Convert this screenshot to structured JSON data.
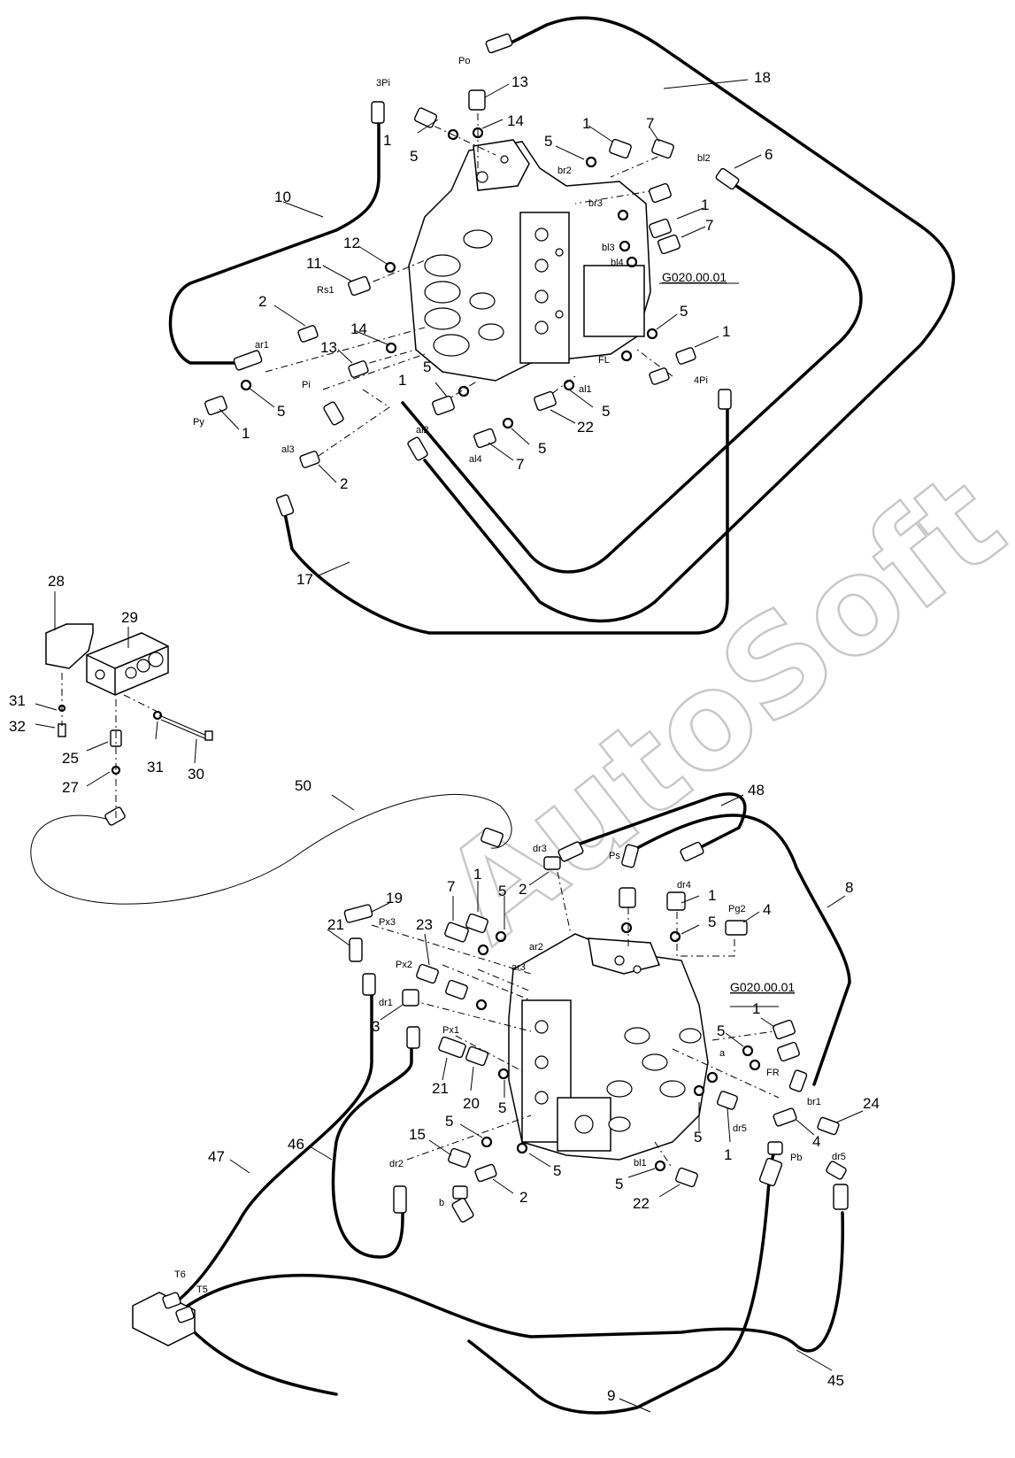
{
  "watermark": "AutoSoft",
  "refs": {
    "top": "G020.00.01",
    "bottom": "G020.00.01"
  },
  "callouts": {
    "c18": "18",
    "c13a": "13",
    "c14a": "14",
    "c1a": "1",
    "c5a": "5",
    "c1b": "1",
    "c7a": "7",
    "c6": "6",
    "c10": "10",
    "c1c": "1",
    "c7b": "7",
    "c12": "12",
    "c11": "11",
    "c2a": "2",
    "c14b": "14",
    "c13b": "13",
    "c5b": "5",
    "c1d": "1",
    "c5c": "5",
    "c1e": "1",
    "c5d": "5",
    "c1f": "1",
    "c5e": "5",
    "c22a": "22",
    "c5f": "5",
    "c7c": "7",
    "c2b": "2",
    "c17": "17",
    "c5g": "5",
    "c28": "28",
    "c29": "29",
    "c31a": "31",
    "c32": "32",
    "c25": "25",
    "c31b": "31",
    "c30": "30",
    "c27": "27",
    "c50": "50",
    "c48": "48",
    "c8": "8",
    "c7d": "7",
    "c1g": "1",
    "c5h": "5",
    "c2c": "2",
    "c1h": "1",
    "c4a": "4",
    "c5i": "5",
    "c19": "19",
    "c21a": "21",
    "c23": "23",
    "c3": "3",
    "c21b": "21",
    "c20": "20",
    "c5j": "5",
    "c1i": "1",
    "c5k": "5",
    "c24": "24",
    "c5l": "5",
    "c4b": "4",
    "c1j": "1",
    "c15": "15",
    "c5m": "5",
    "c5n": "5",
    "c2d": "2",
    "c5o": "5",
    "c22b": "22",
    "c47": "47",
    "c46": "46",
    "c9": "9",
    "c45": "45"
  },
  "ports": {
    "Po": "Po",
    "p3Pi": "3Pi",
    "br2": "br2",
    "br3": "br3",
    "bl2": "bl2",
    "bl3": "bl3",
    "bl4": "bl4",
    "Rs1": "Rs1",
    "ar1": "ar1",
    "Pi": "Pi",
    "Py": "Py",
    "FL": "FL",
    "p4Pi": "4Pi",
    "al1": "al1",
    "al2": "al2",
    "al3": "al3",
    "al4": "al4",
    "dr3": "dr3",
    "Ps": "Ps",
    "dr4": "dr4",
    "Pg2": "Pg2",
    "Px3": "Px3",
    "ar2": "ar2",
    "ar3": "ar3",
    "Px2": "Px2",
    "dr1": "dr1",
    "Px1": "Px1",
    "a": "a",
    "FR": "FR",
    "br1": "br1",
    "dr5a": "dr5",
    "dr5b": "dr5",
    "Pb": "Pb",
    "bl1": "bl1",
    "dr2": "dr2",
    "b": "b",
    "T6": "T6",
    "T5": "T5"
  }
}
